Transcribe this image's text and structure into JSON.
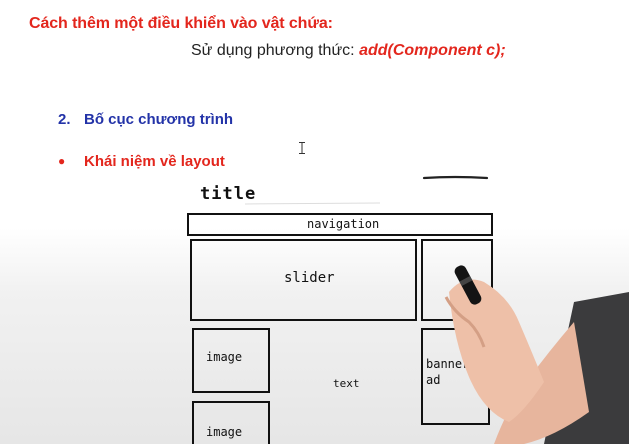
{
  "heading": "Cách thêm một điều khiển vào vật chứa:",
  "subline": {
    "prefix": "Sử dụng phương thức: ",
    "code": "add(Component c);"
  },
  "section": {
    "number": "2.",
    "title": "Bố cục chương trình"
  },
  "bullet": {
    "symbol": "●",
    "text": "Khái niệm về layout"
  },
  "wireframe": {
    "title": "title",
    "navigation": "navigation",
    "slider": "slider",
    "image_1": "image",
    "image_2": "image",
    "text": "text",
    "banner_ad": "banner ad"
  },
  "colors": {
    "heading": "#e3261d",
    "section": "#2333a8",
    "ink": "#111111"
  }
}
